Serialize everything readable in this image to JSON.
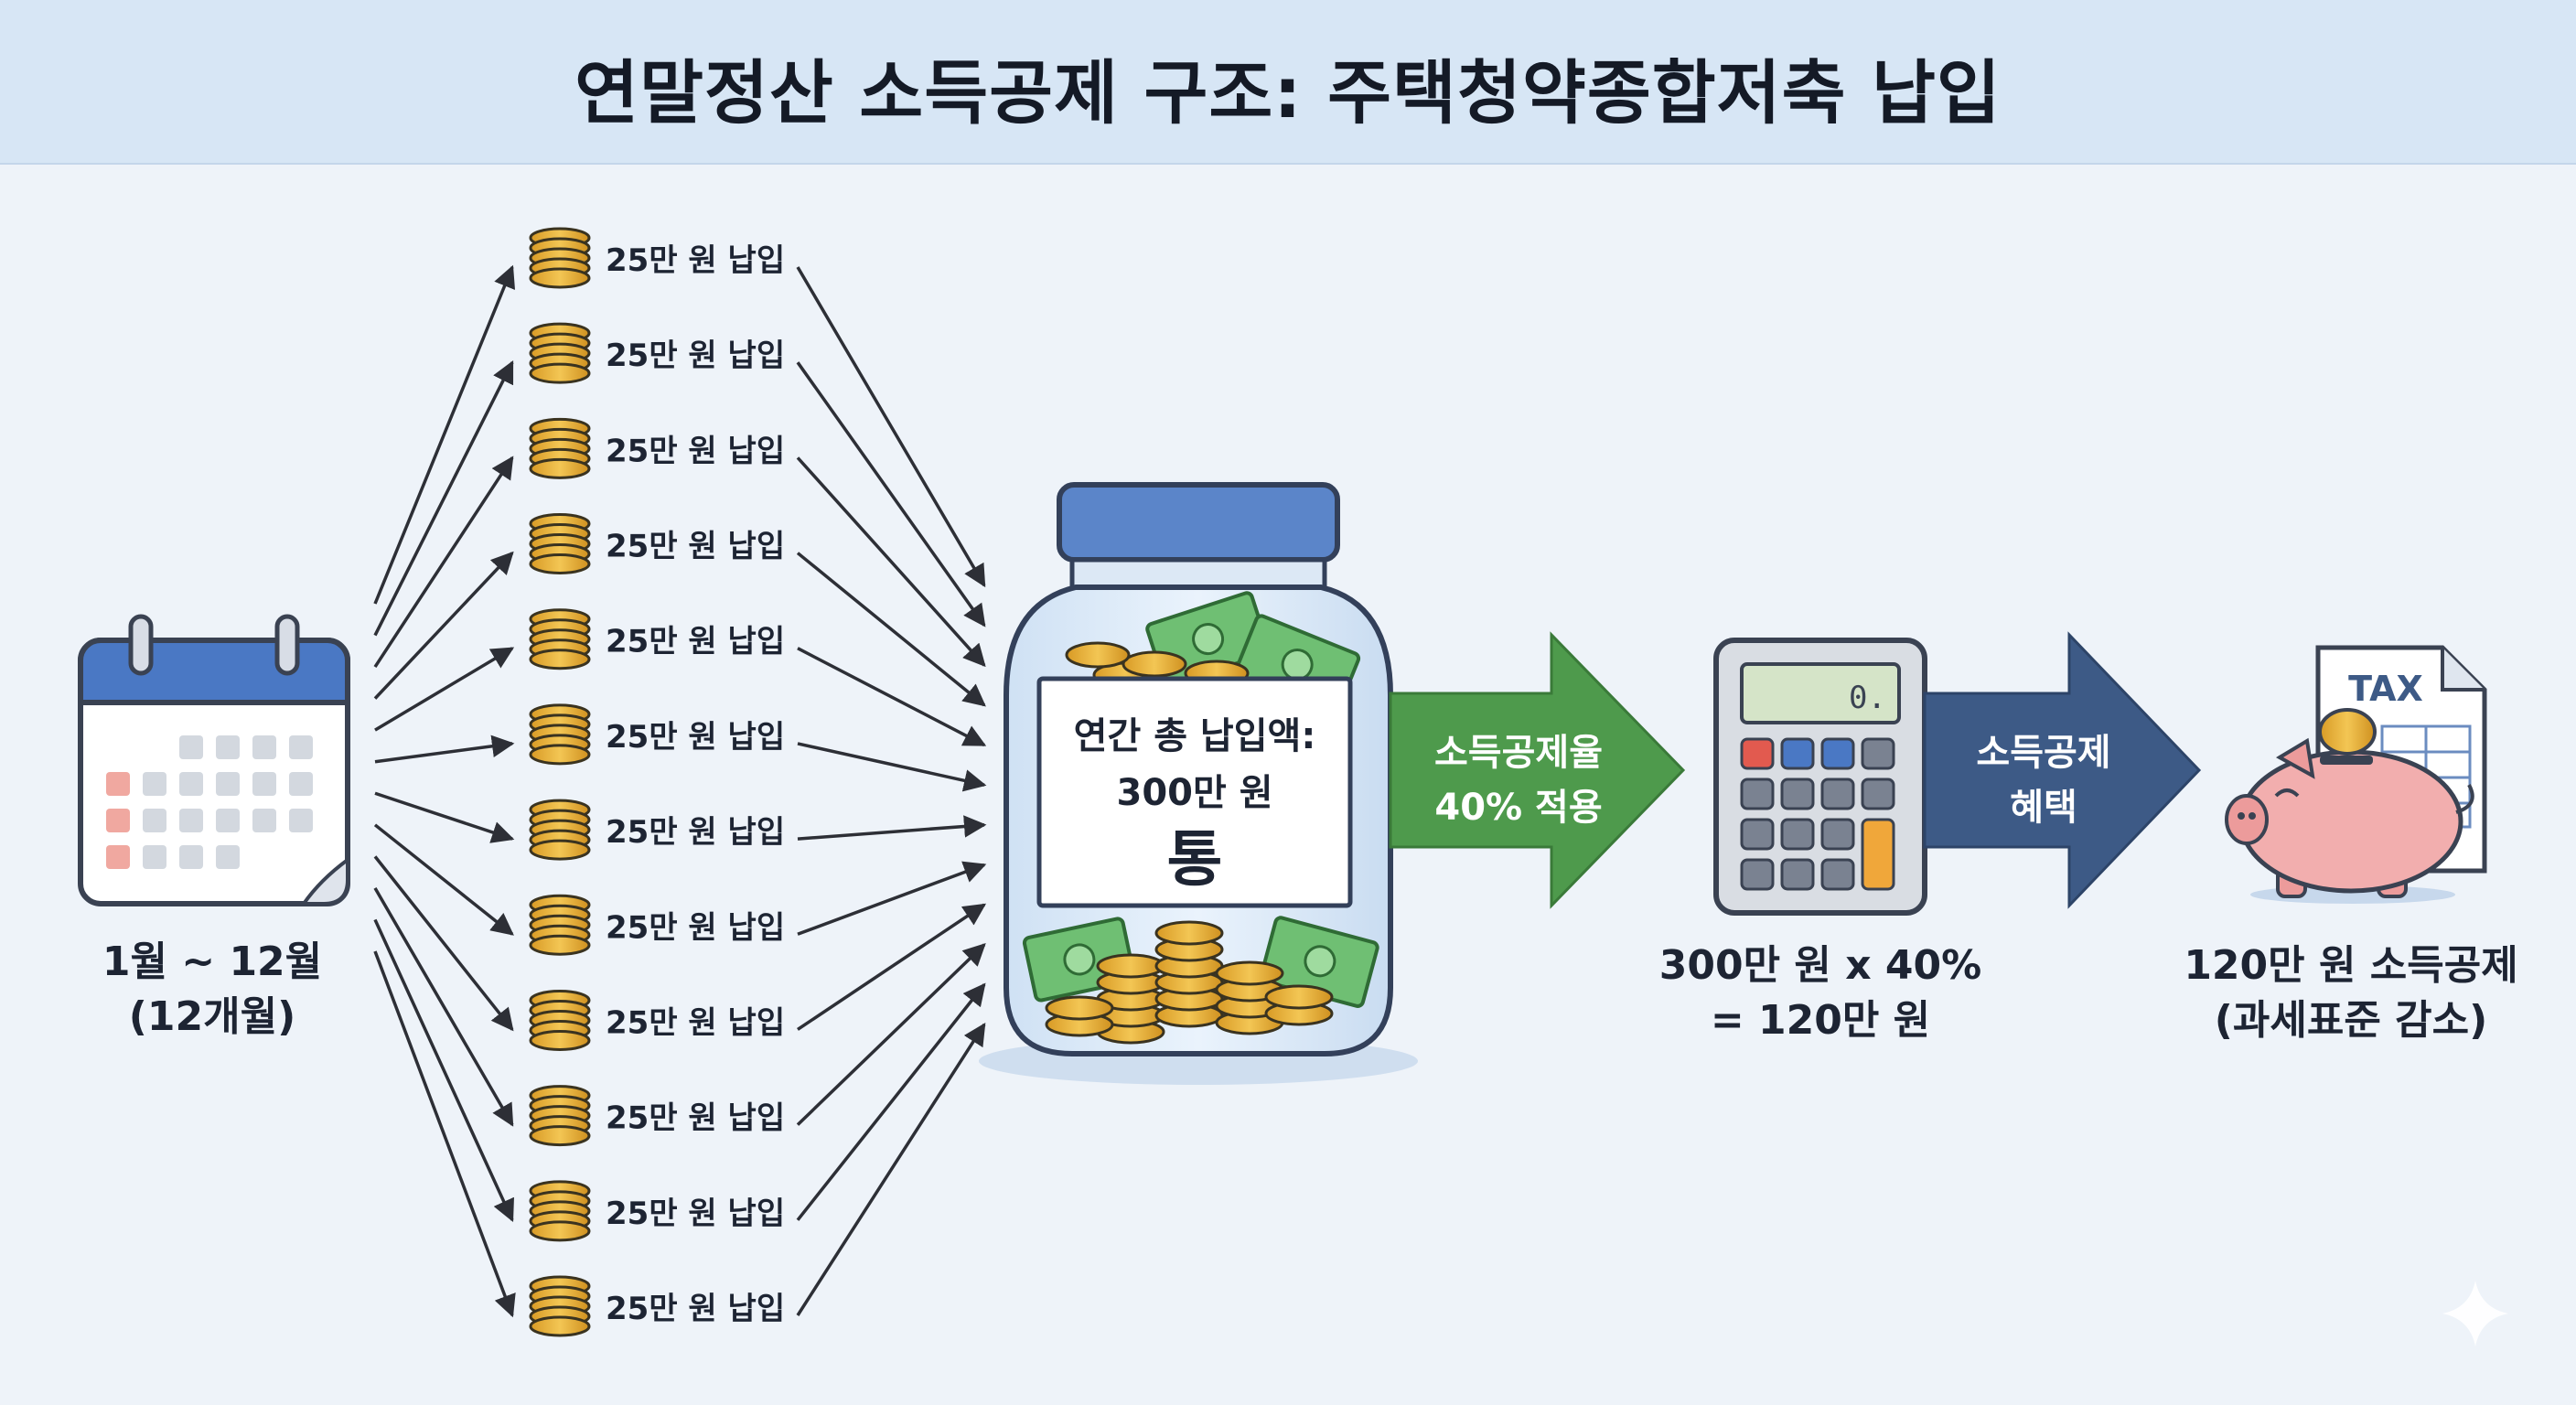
{
  "title": "연말정산 소득공제 구조: 주택청약종합저축 납입",
  "calendar": {
    "caption_line1": "1월 ~ 12월",
    "caption_line2": "(12개월)"
  },
  "payments": {
    "label": "25만 원 납입",
    "count": 12
  },
  "jar": {
    "label_line1": "연간 총 납입액:",
    "label_line2": "300만 원",
    "label_line3": "통"
  },
  "rate_arrow": {
    "line1": "소득공제율",
    "line2": "40% 적용"
  },
  "calculator": {
    "display": "0.",
    "caption_line1": "300만 원 x 40%",
    "caption_line2": "= 120만 원"
  },
  "benefit_arrow": {
    "line1": "소득공제",
    "line2": "혜택"
  },
  "result": {
    "document_label": "TAX",
    "caption_line1": "120만 원 소득공제",
    "caption_line2": "(과세표준 감소)"
  },
  "colors": {
    "header_bg": "#d7e6f5",
    "calendar_blue": "#4a78c4",
    "jar_lid": "#5b85c9",
    "coin": "#e9b33c",
    "green_arrow": "#4e9a4c",
    "navy_arrow": "#3d5a86",
    "piggy": "#f2aeae"
  },
  "icons": [
    "calendar-icon",
    "coin-stack-icon",
    "savings-jar-icon",
    "calculator-icon",
    "piggy-bank-icon",
    "tax-document-icon",
    "sparkle-icon"
  ]
}
